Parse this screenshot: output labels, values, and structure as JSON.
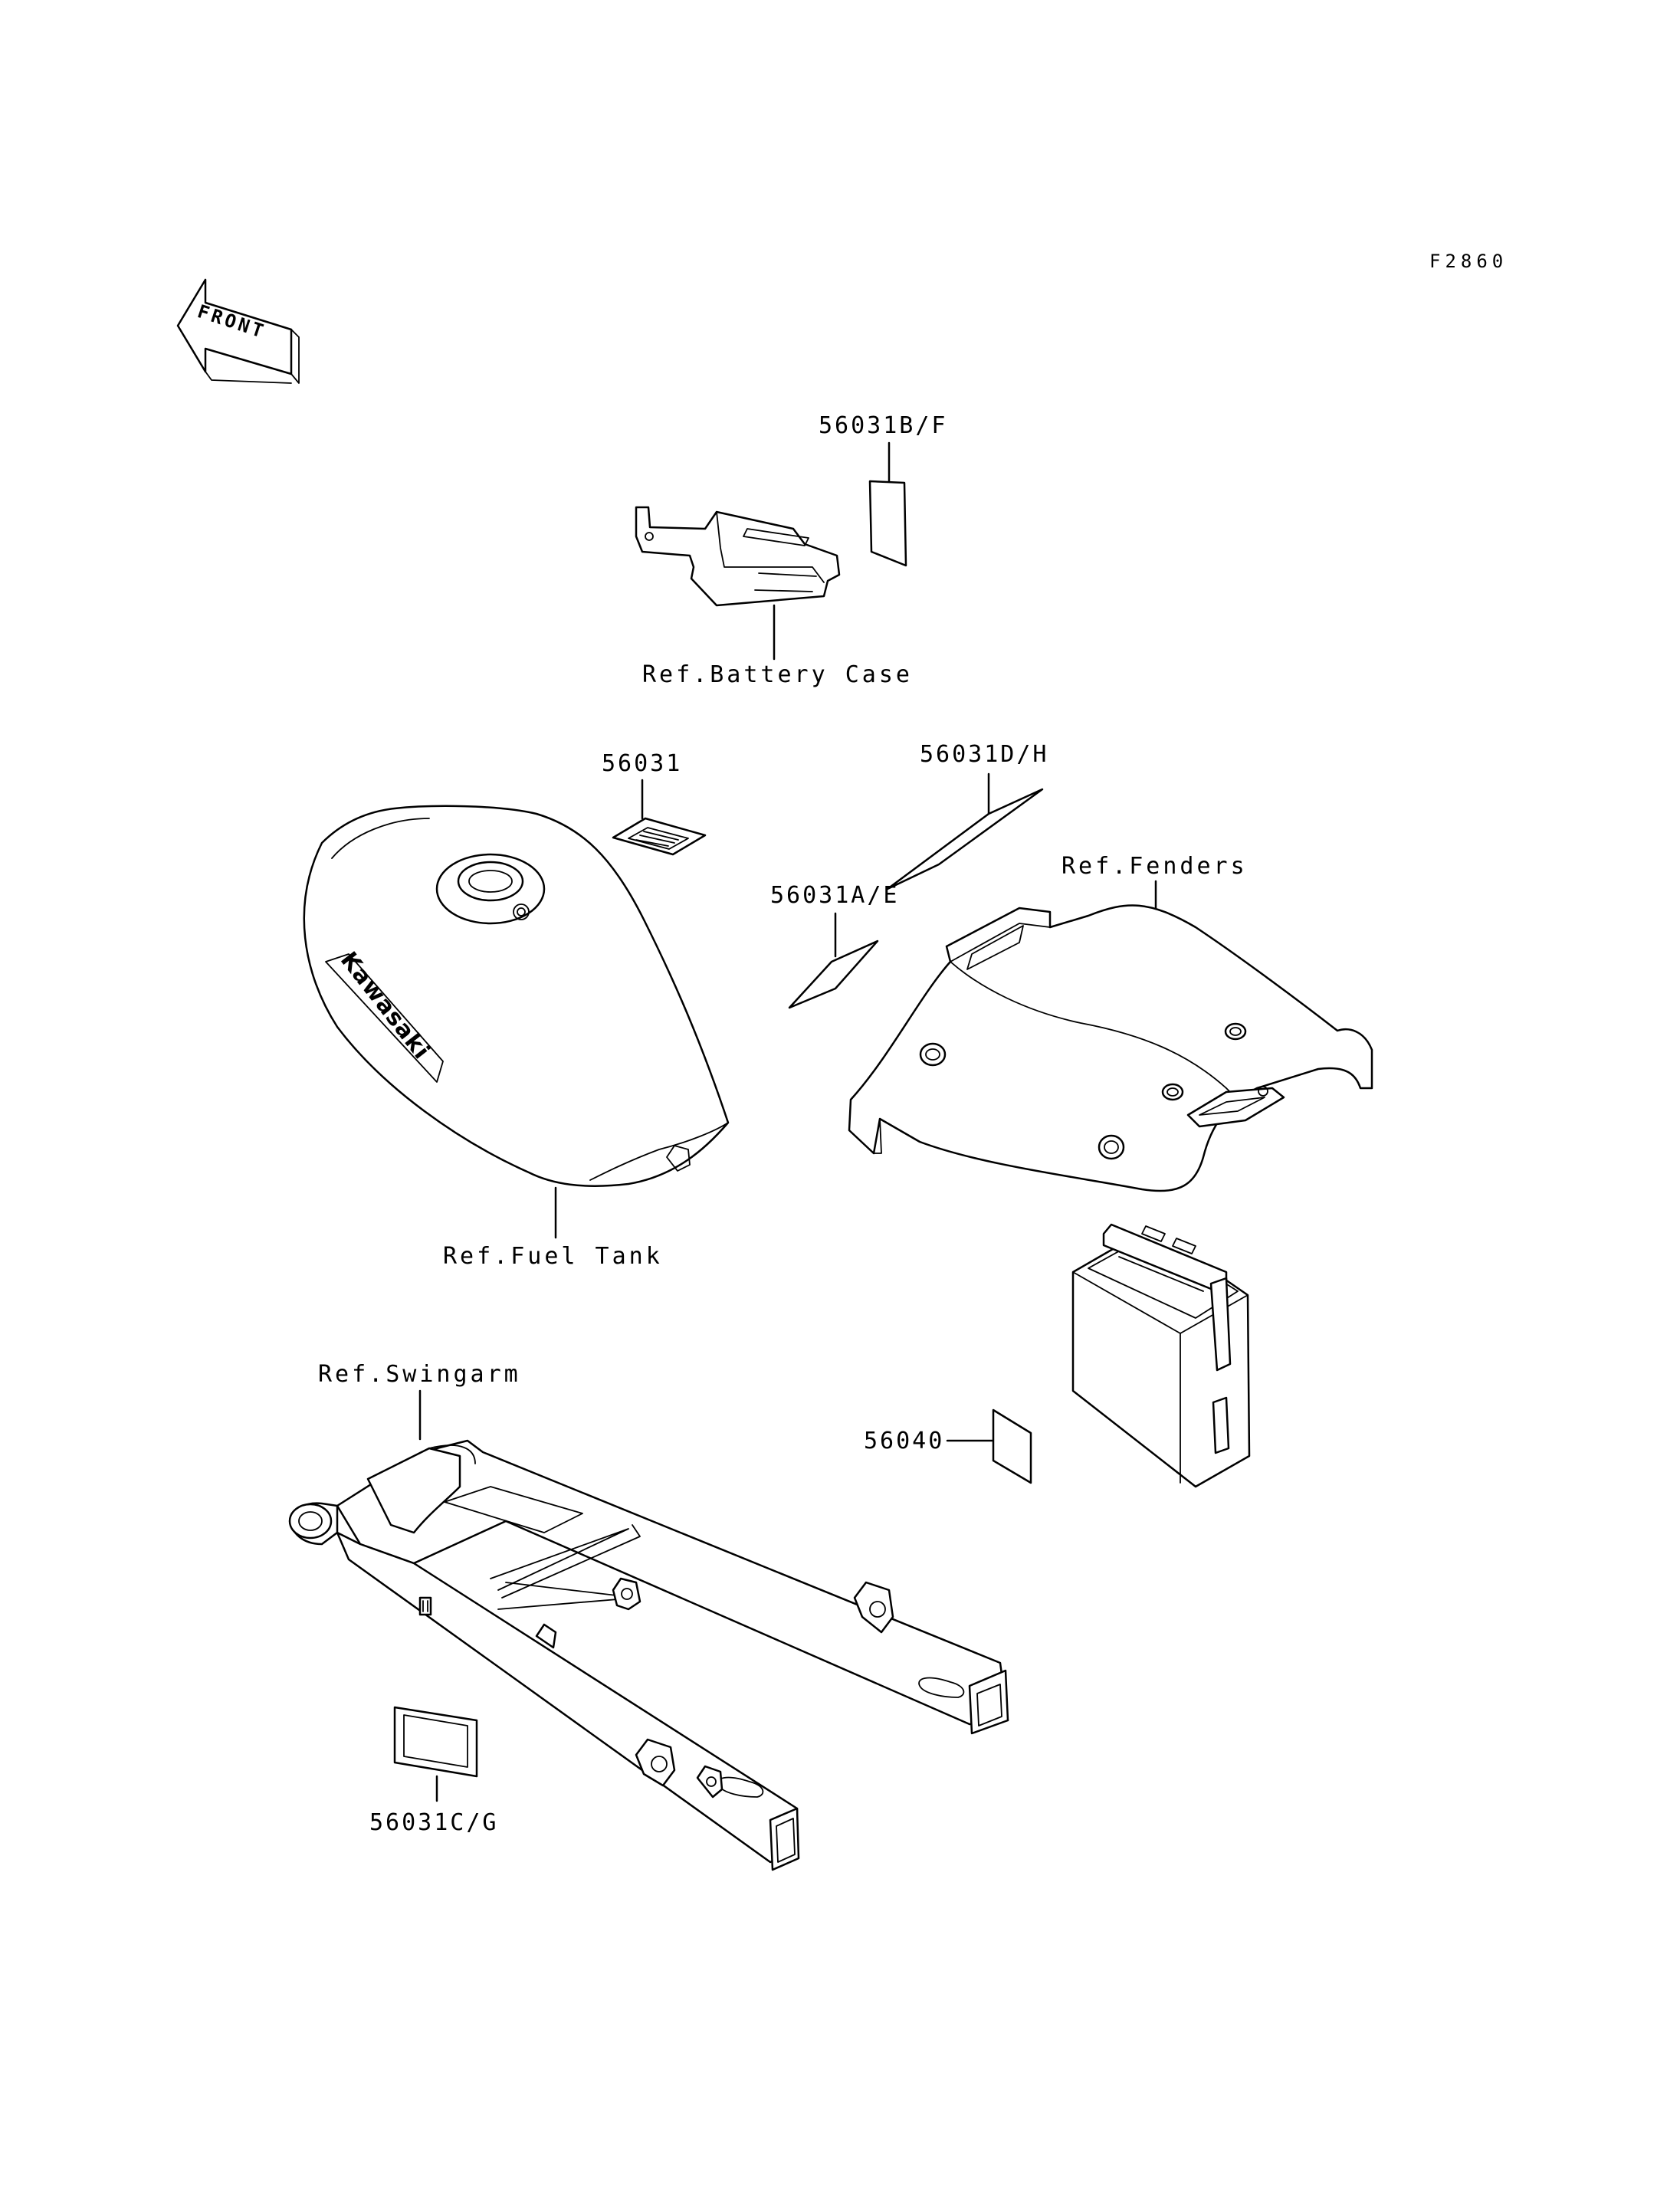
{
  "figure_code": "F2860",
  "front_arrow_text": "FRONT",
  "callouts": {
    "label_56031bf": "56031B/F",
    "ref_battery_case": "Ref.Battery Case",
    "label_56031": "56031",
    "label_56031dh": "56031D/H",
    "label_56031ae": "56031A/E",
    "ref_fenders": "Ref.Fenders",
    "ref_fuel_tank": "Ref.Fuel Tank",
    "ref_swingarm": "Ref.Swingarm",
    "label_56040": "56040",
    "label_56031cg": "56031C/G"
  },
  "tank_logo_text": "Kawasaki",
  "colors": {
    "line": "#000000",
    "background": "#ffffff"
  }
}
